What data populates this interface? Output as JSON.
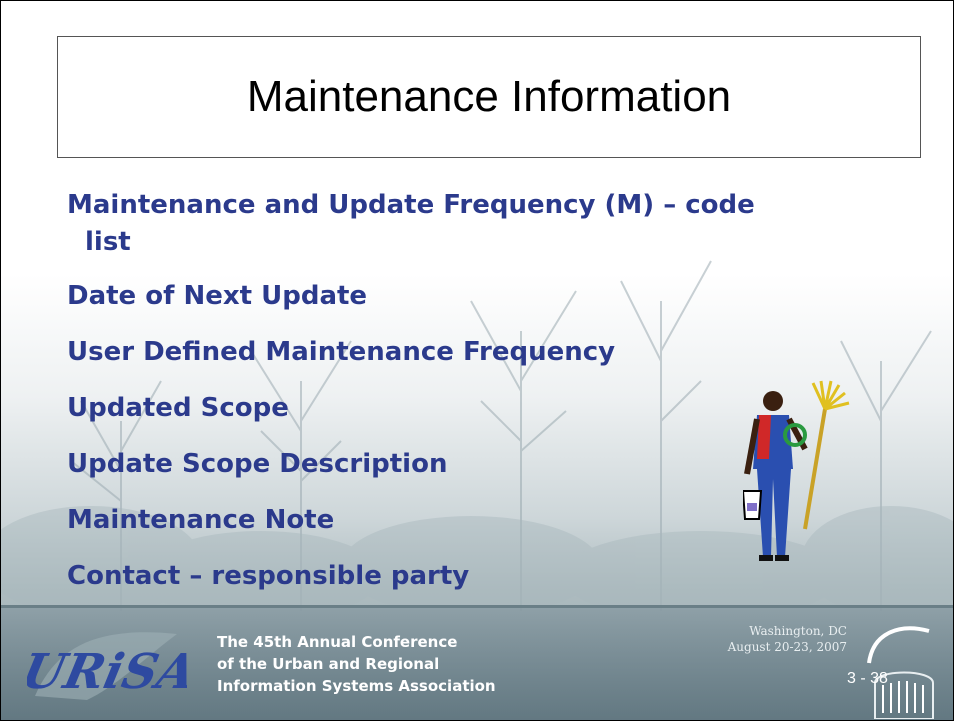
{
  "slide": {
    "title": "Maintenance Information",
    "bullets": [
      "Maintenance and Update Frequency (M) – code list",
      "Date of Next Update",
      "User Defined Maintenance Frequency",
      "Updated Scope",
      "Update Scope Description",
      "Maintenance Note",
      "Contact – responsible party"
    ]
  },
  "footer": {
    "logo_text": "URISA",
    "conference_line1": "The 45th Annual Conference",
    "conference_line2": "of the Urban and Regional",
    "conference_line3": "Information Systems Association",
    "location": "Washington, DC",
    "dates": "August 20-23, 2007",
    "page_number": "3 - 38"
  },
  "colors": {
    "bullet_text": "#2b3a8c",
    "footer_band": "#6a7f87",
    "logo": "#2e4aa0"
  },
  "clipart": "janitor-with-broom-and-bucket"
}
